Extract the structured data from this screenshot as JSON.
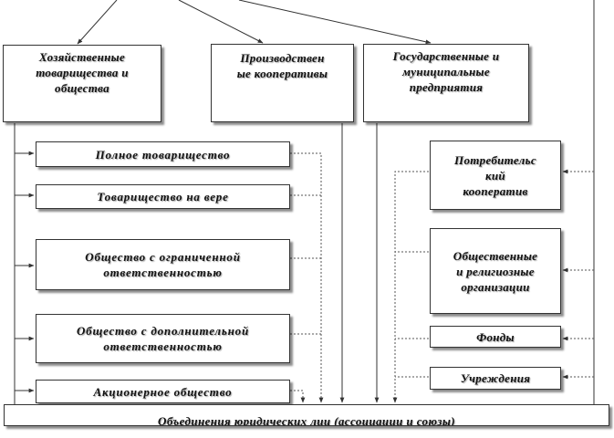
{
  "diagram": {
    "colors": {
      "line": "#333333",
      "dashed": "#555555",
      "box_border": "#333333",
      "text": "#111111"
    },
    "top_categories": [
      "Хозяйственные\nтоварищества и\nобщества",
      "Производствен\nые кооперативы",
      "Государственные и\nмуниципальные\nпредприятия"
    ],
    "left_items": [
      "Полное товарищество",
      "Товарищество на вере",
      "Общество с ограниченной\nответственностью",
      "Общество с дополнительной\nответственностью",
      "Акционерное общество"
    ],
    "right_items": [
      "Потребительс\nкий\nкооператив",
      "Общественные\nи религиозные\nорганизации",
      "Фонды",
      "Учреждения"
    ],
    "bottom_bar": "Объединения юридических лиц (ассоциации и союзы)"
  }
}
